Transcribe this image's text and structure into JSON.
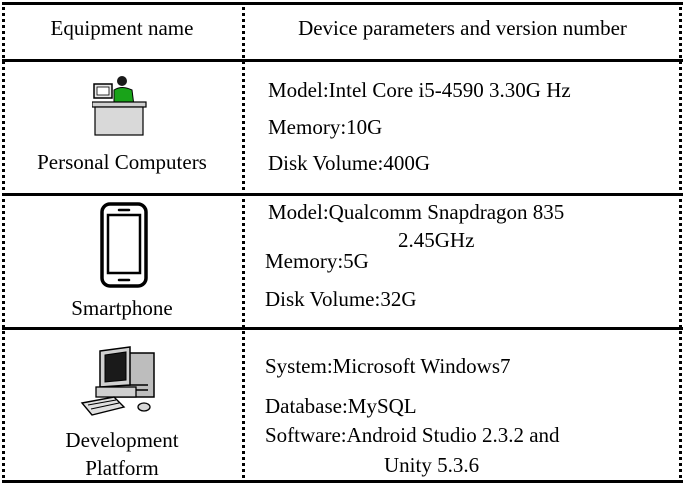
{
  "header": {
    "col1": "Equipment name",
    "col2": "Device parameters and version number"
  },
  "rows": [
    {
      "name": "Personal Computers",
      "icon": "person-at-desk-icon",
      "params": [
        "Model:Intel Core i5-4590 3.30G Hz",
        "Memory:10G",
        "Disk Volume:400G"
      ]
    },
    {
      "name": "Smartphone",
      "icon": "smartphone-icon",
      "params_line1": "Model:Qualcomm Snapdragon 835",
      "params_line1b": "2.45GHz",
      "params_line2": "Memory:5G",
      "params_line3": "Disk Volume:32G"
    },
    {
      "name_line1": "Development",
      "name_line2": "Platform",
      "icon": "desktop-computer-icon",
      "params_line1": "System:Microsoft Windows7",
      "params_line2": "Database:MySQL",
      "params_line3": "Software:Android Studio 2.3.2 and",
      "params_line3b": "Unity 5.3.6"
    }
  ]
}
